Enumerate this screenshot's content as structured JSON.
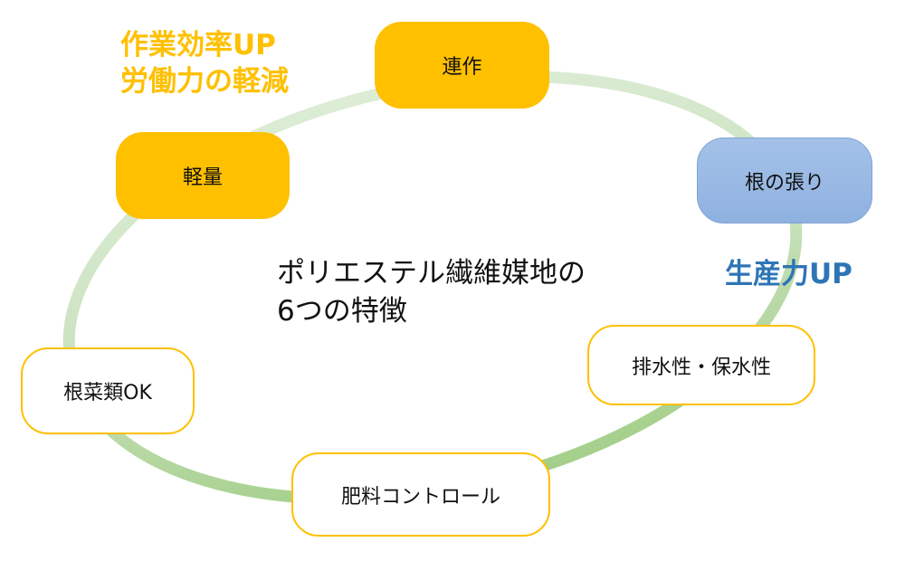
{
  "diagram": {
    "title_lines": [
      "ポリエステル繊維媒地の",
      "6つの特徴"
    ],
    "benefit_headings": {
      "efficiency": {
        "lines": [
          "作業効率UP",
          "労働力の軽減"
        ],
        "color": "#ffc000"
      },
      "productivity": {
        "lines": [
          "生産力UP"
        ],
        "color": "#2e75b6"
      }
    },
    "features": [
      {
        "id": "renzaku",
        "label": "連作",
        "style": "yellow-filled",
        "group": "efficiency"
      },
      {
        "id": "keiryou",
        "label": "軽量",
        "style": "yellow-filled",
        "group": "efficiency"
      },
      {
        "id": "ne-no-hari",
        "label": "根の張り",
        "style": "blue-filled",
        "group": "productivity"
      },
      {
        "id": "haisui-hosui",
        "label": "排水性・保水性",
        "style": "white-outlined",
        "group": "none"
      },
      {
        "id": "hiryou-control",
        "label": "肥料コントロール",
        "style": "white-outlined",
        "group": "none"
      },
      {
        "id": "konsairui",
        "label": "根菜類OK",
        "style": "white-outlined",
        "group": "none"
      }
    ],
    "colors": {
      "yellow": "#ffc000",
      "blue_box": "#9dbde6",
      "blue_text": "#2e75b6",
      "ring_light": "#d9ead3",
      "ring_dark": "#a9d18e"
    }
  }
}
